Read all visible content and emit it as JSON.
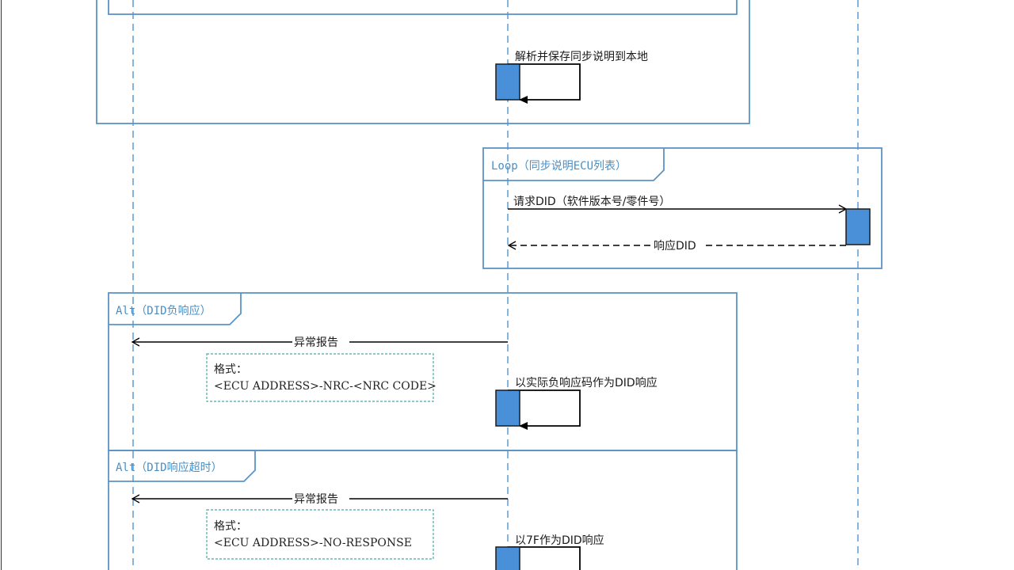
{
  "colors": {
    "frame": "#5b93c7",
    "lifeline": "#5b9bd5",
    "activation_fill": "#4a90d9",
    "activation_stroke": "#1a1a1a",
    "note_border": "#4aa8a8",
    "label_text": "#4a8fc4",
    "arrow": "#000000"
  },
  "frames": {
    "loop": {
      "label": "Loop（同步说明ECU列表）"
    },
    "alt_negative": {
      "label": "Alt（DID负响应）"
    },
    "alt_timeout": {
      "label": "Alt（DID响应超时）"
    }
  },
  "messages": {
    "parse_save": "解析并保存同步说明到本地",
    "request_did": "请求DID（软件版本号/零件号）",
    "response_did": "响应DID",
    "exception_report_1": "异常报告",
    "actual_nrc_as_response": "以实际负响应码作为DID响应",
    "exception_report_2": "异常报告",
    "seven_f_as_response": "以7F作为DID响应"
  },
  "notes": {
    "nrc": {
      "line1": "格式：",
      "line2": "<ECU ADDRESS>-NRC-<NRC CODE>"
    },
    "no_response": {
      "line1": "格式：",
      "line2": "<ECU ADDRESS>-NO-RESPONSE"
    }
  }
}
